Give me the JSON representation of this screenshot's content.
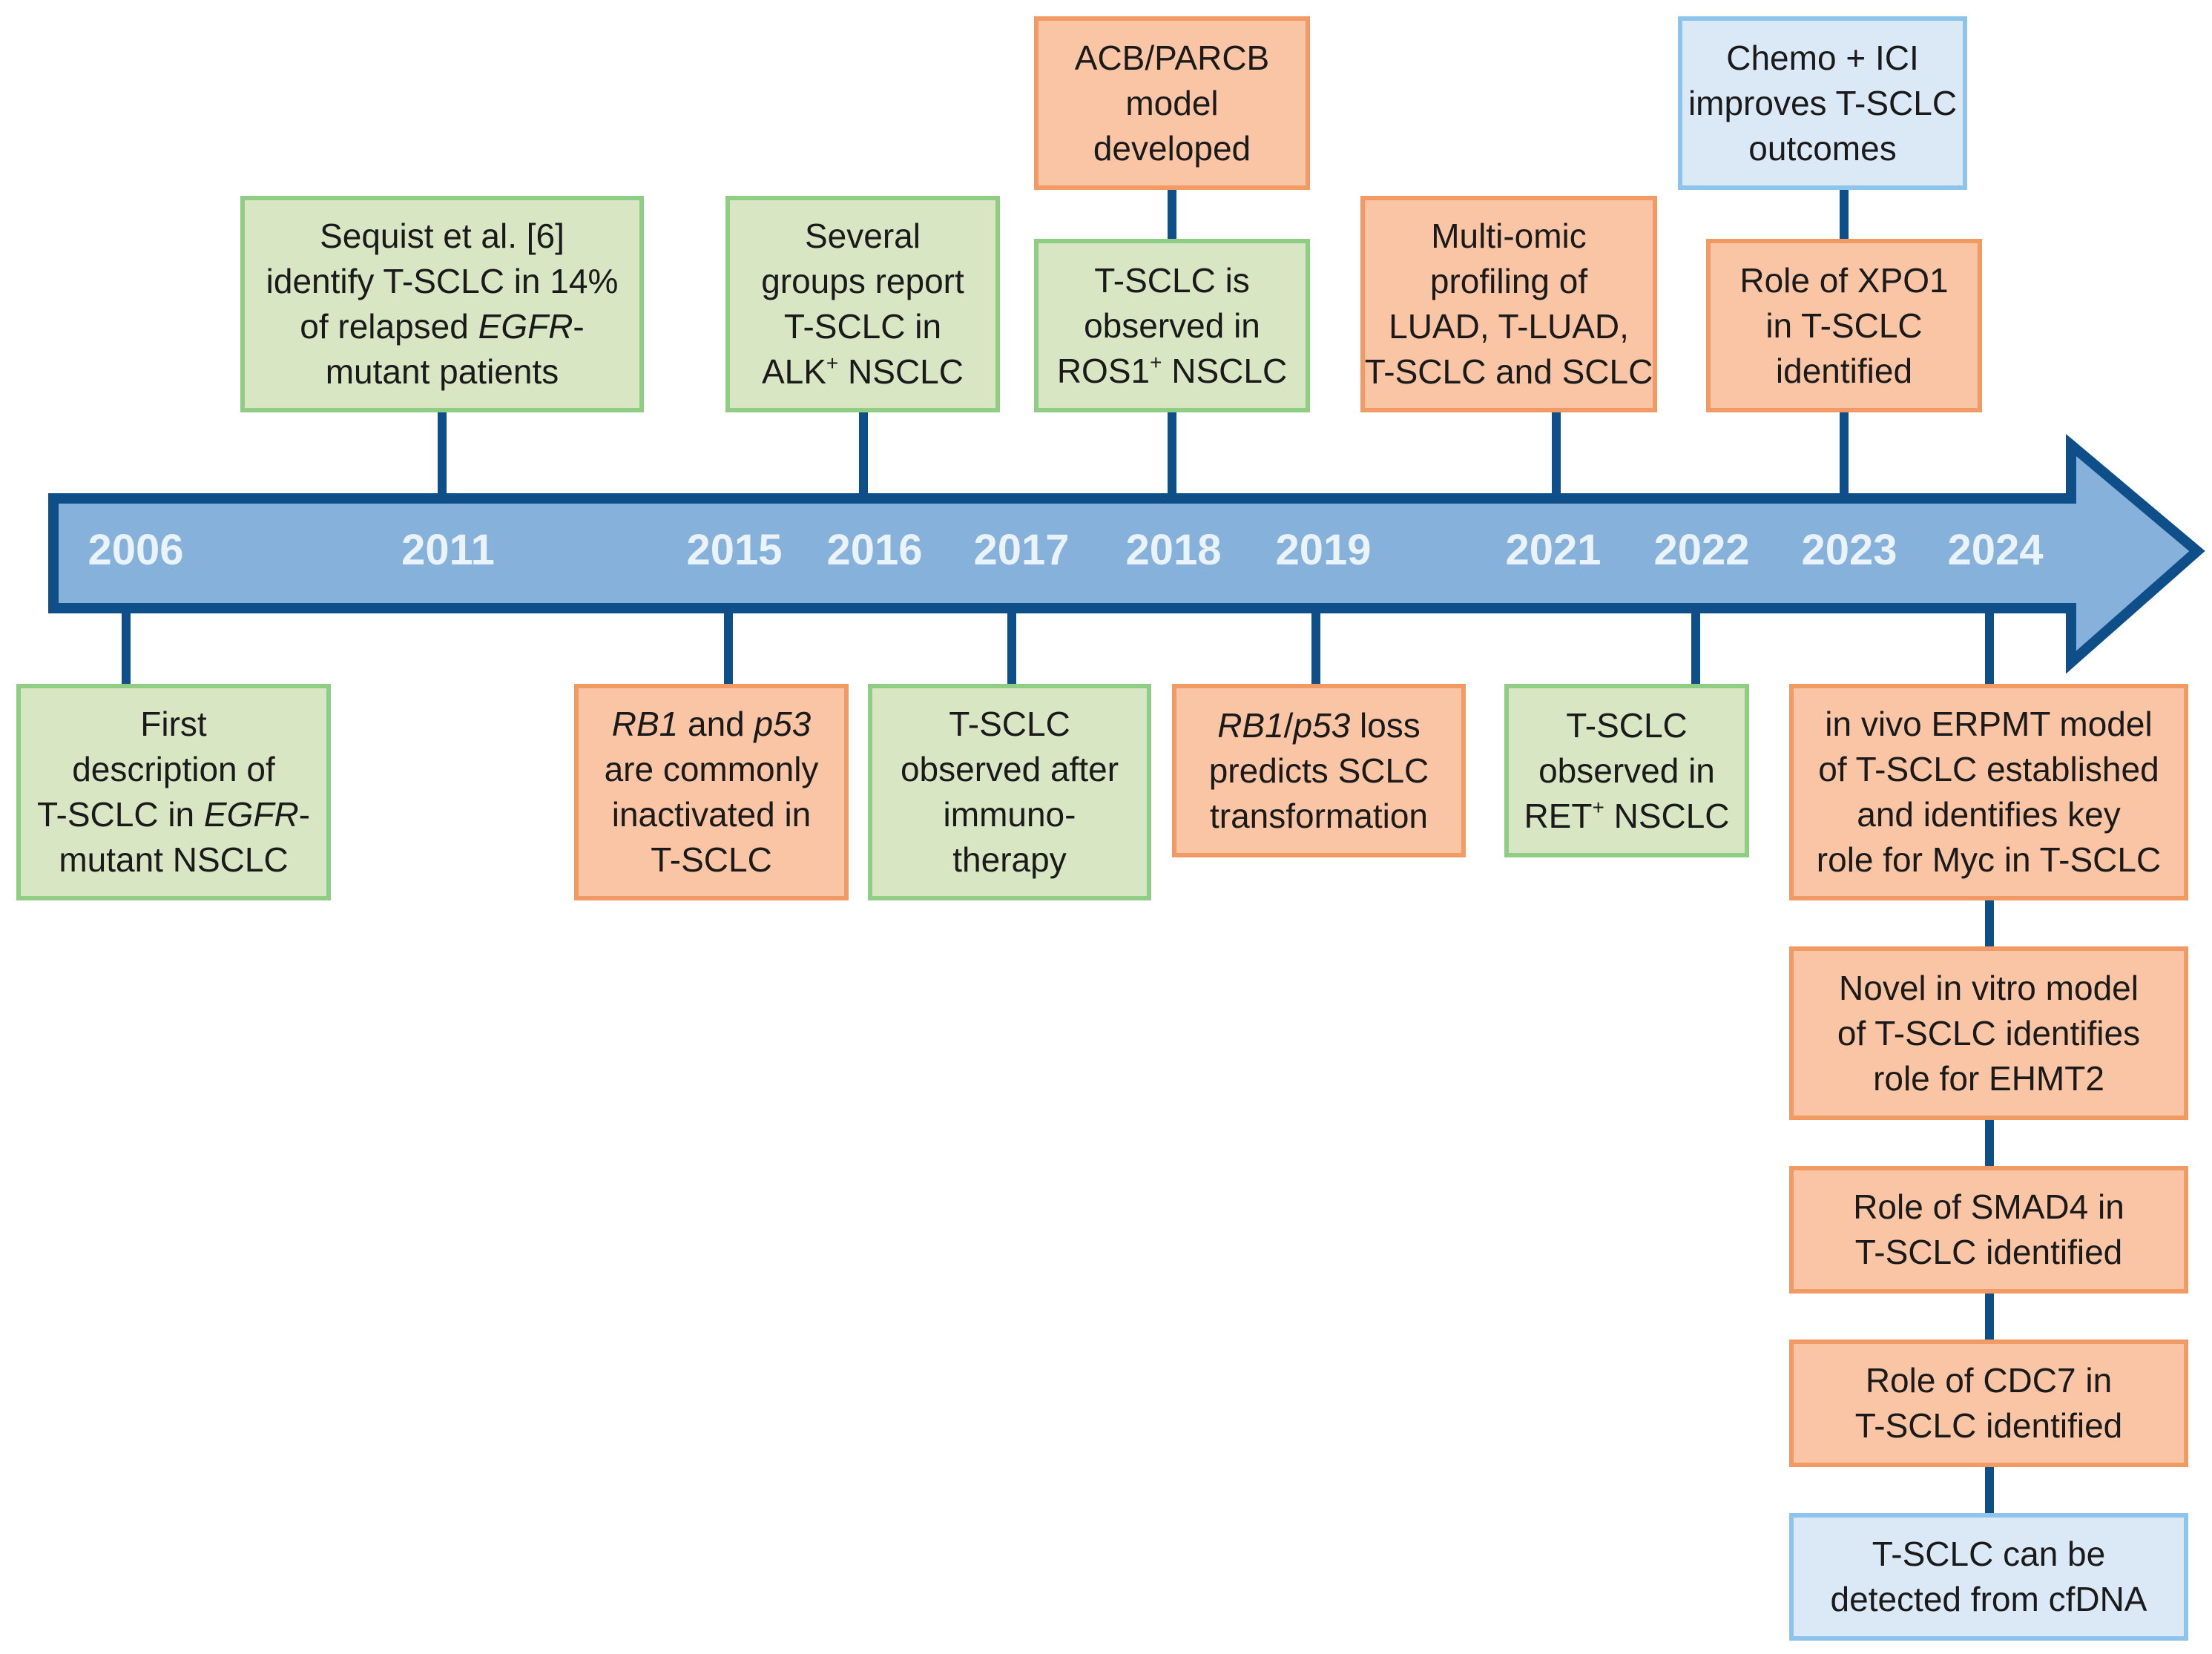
{
  "timeline": {
    "years": [
      "2006",
      "2011",
      "2015",
      "2016",
      "2017",
      "2018",
      "2019",
      "2021",
      "2022",
      "2023",
      "2024"
    ]
  },
  "colors": {
    "arrow_fill": "#86b1db",
    "arrow_stroke": "#0e4f8a",
    "connector": "#0e4f8a",
    "green_fill": "#d8e6c4",
    "green_border": "#8fcc84",
    "orange_fill": "#f9c5a5",
    "orange_border": "#f29a64",
    "blue_fill": "#dbe8f5",
    "blue_border": "#8ec3ec",
    "year_text": "#eaf2fa"
  },
  "events": {
    "e2006": [
      "First",
      "description of",
      "T-SCLC in",
      "EGFR",
      "-",
      "mutant NSCLC"
    ],
    "e2011": [
      "Sequist et al. [6]",
      "identify T-SCLC in 14%",
      "of relapsed",
      "EGFR",
      "-",
      "mutant patients"
    ],
    "e2015": [
      "RB1",
      " and ",
      "p53",
      "are commonly",
      "inactivated in",
      "T-SCLC"
    ],
    "e2016": [
      "Several",
      "groups report",
      "T-SCLC in",
      "ALK",
      "+",
      " NSCLC"
    ],
    "e2017": [
      "T-SCLC",
      "observed after",
      "immuno-",
      "therapy"
    ],
    "e2018a": [
      "ACB/PARCB",
      "model",
      "developed"
    ],
    "e2018b": [
      "T-SCLC is",
      "observed in",
      "ROS1",
      "+",
      " NSCLC"
    ],
    "e2019": [
      "RB1",
      "/",
      "p53",
      " loss",
      "predicts SCLC",
      "transformation"
    ],
    "e2021": [
      "Multi-omic",
      "profiling of",
      "LUAD, T-LUAD,",
      "T-SCLC and SCLC"
    ],
    "e2022": [
      "T-SCLC",
      "observed in",
      "RET",
      "+",
      " NSCLC"
    ],
    "e2023a": [
      "Chemo + ICI",
      "improves T-SCLC",
      "outcomes"
    ],
    "e2023b": [
      "Role of XPO1",
      "in T-SCLC",
      "identified"
    ],
    "e2024a": [
      "in vivo ERPMT model",
      "of T-SCLC established",
      "and identifies key",
      "role for Myc in T-SCLC"
    ],
    "e2024b": [
      "Novel in vitro model",
      "of T-SCLC identifies",
      "role for EHMT2"
    ],
    "e2024c": [
      "Role of SMAD4 in",
      "T-SCLC identified"
    ],
    "e2024d": [
      "Role of CDC7 in",
      "T-SCLC identified"
    ],
    "e2024e": [
      "T-SCLC can be",
      "detected from cfDNA"
    ]
  }
}
